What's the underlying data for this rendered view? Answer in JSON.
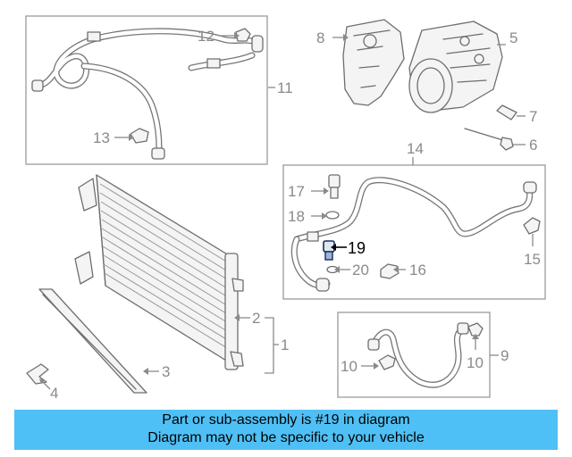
{
  "callouts": {
    "c1": "1",
    "c2": "2",
    "c3": "3",
    "c4": "4",
    "c5": "5",
    "c6": "6",
    "c7": "7",
    "c8": "8",
    "c9": "9",
    "c10a": "10",
    "c10b": "10",
    "c11": "11",
    "c12": "12",
    "c13": "13",
    "c14": "14",
    "c15": "15",
    "c16": "16",
    "c17": "17",
    "c18": "18",
    "c19": "19",
    "c20": "20"
  },
  "highlight": {
    "part": "19",
    "color": "#000000"
  },
  "banner": {
    "line1": "Part or sub-assembly is #19 in diagram",
    "line2": "Diagram may not be specific to your vehicle",
    "color": "#4fc0f5"
  }
}
